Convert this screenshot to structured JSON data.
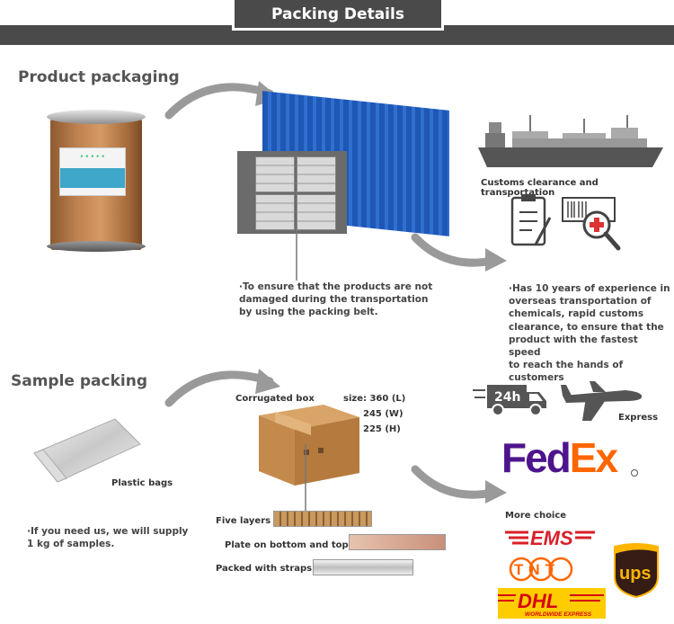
{
  "header": {
    "title": "Packing Details"
  },
  "product_packaging": {
    "title": "Product packaging",
    "container_caption": [
      "·To ensure that the products are not",
      "damaged during the transportation",
      "by using the packing belt."
    ],
    "customs_label": "Customs clearance and transportation",
    "customs_caption": [
      "·Has 10 years of experience in",
      "overseas transportation of",
      "chemicals, rapid customs",
      "clearance, to ensure that the",
      "product with the fastest speed",
      "to reach the hands of customers"
    ]
  },
  "sample_packing": {
    "title": "Sample packing",
    "bag_label": "Plastic bags",
    "note": [
      "·If you need us, we will supply",
      "1 kg of samples."
    ],
    "box_label": "Corrugated box",
    "size_label": "size: 360 (L)",
    "size_w": "245 (W)",
    "size_h": "225 (H)",
    "layers": [
      "Five layers",
      "Plate on bottom and top",
      "Packed with straps"
    ]
  },
  "shipping": {
    "truck_text": "24h",
    "express_label": "Express",
    "fedex_fe": "Fed",
    "fedex_ex": "Ex",
    "more_choice": "More choice",
    "ems": "EMS",
    "tnt": "TNT",
    "dhl": "DHL",
    "dhl_sub": "WORLDWIDE EXPRESS",
    "ups": "ups"
  },
  "colors": {
    "header_bg": "#4a4a4a",
    "arrow": "#9a9a9a",
    "fedex_purple": "#4d148c",
    "fedex_orange": "#ff6600",
    "ems_red": "#d8202a",
    "dhl_red": "#d40511",
    "dhl_yellow": "#ffcc00",
    "ups_brown": "#351c15",
    "ups_gold": "#ffb500"
  }
}
